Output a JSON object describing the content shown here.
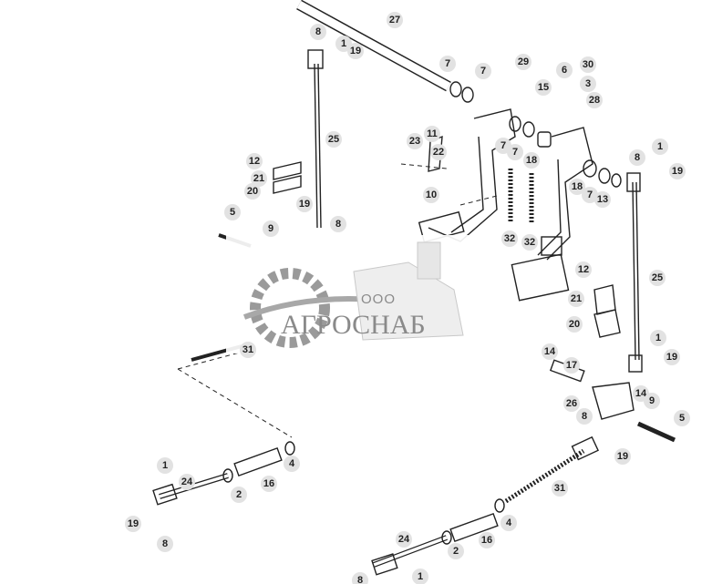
{
  "watermark": {
    "prefix": "ООО",
    "name": "АГРОСНАБ"
  },
  "callouts": [
    {
      "label": "27"
    },
    {
      "label": "8"
    },
    {
      "label": "1"
    },
    {
      "label": "19"
    },
    {
      "label": "7"
    },
    {
      "label": "7"
    },
    {
      "label": "29"
    },
    {
      "label": "6"
    },
    {
      "label": "30"
    },
    {
      "label": "3"
    },
    {
      "label": "15"
    },
    {
      "label": "28"
    },
    {
      "label": "11"
    },
    {
      "label": "23"
    },
    {
      "label": "22"
    },
    {
      "label": "25"
    },
    {
      "label": "12"
    },
    {
      "label": "21"
    },
    {
      "label": "20"
    },
    {
      "label": "7"
    },
    {
      "label": "7"
    },
    {
      "label": "18"
    },
    {
      "label": "8"
    },
    {
      "label": "1"
    },
    {
      "label": "19"
    },
    {
      "label": "18"
    },
    {
      "label": "7"
    },
    {
      "label": "13"
    },
    {
      "label": "10"
    },
    {
      "label": "5"
    },
    {
      "label": "19"
    },
    {
      "label": "8"
    },
    {
      "label": "9"
    },
    {
      "label": "32"
    },
    {
      "label": "32"
    },
    {
      "label": "12"
    },
    {
      "label": "25"
    },
    {
      "label": "21"
    },
    {
      "label": "20"
    },
    {
      "label": "14"
    },
    {
      "label": "17"
    },
    {
      "label": "1"
    },
    {
      "label": "19"
    },
    {
      "label": "26"
    },
    {
      "label": "14"
    },
    {
      "label": "9"
    },
    {
      "label": "8"
    },
    {
      "label": "5"
    },
    {
      "label": "19"
    },
    {
      "label": "4"
    },
    {
      "label": "16"
    },
    {
      "label": "2"
    },
    {
      "label": "24"
    },
    {
      "label": "1"
    },
    {
      "label": "19"
    },
    {
      "label": "8"
    },
    {
      "label": "31"
    },
    {
      "label": "4"
    },
    {
      "label": "16"
    },
    {
      "label": "2"
    },
    {
      "label": "24"
    },
    {
      "label": "1"
    },
    {
      "label": "8"
    },
    {
      "label": "31"
    }
  ]
}
